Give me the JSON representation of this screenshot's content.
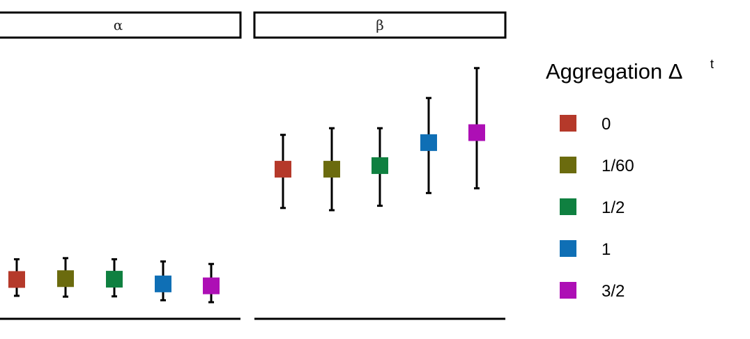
{
  "chart_data": {
    "type": "scatter",
    "title": "",
    "xlabel": "",
    "ylabel": "",
    "grid": false,
    "legend_position": "right",
    "ylim": [
      0,
      10
    ],
    "categories": [
      "0",
      "1/60",
      "1/2",
      "1",
      "3/2"
    ],
    "panels": [
      {
        "strip": "α",
        "points": [
          {
            "category": "0",
            "estimate": 1.42,
            "lower": 0.83,
            "upper": 2.15
          },
          {
            "category": "1/60",
            "estimate": 1.45,
            "lower": 0.8,
            "upper": 2.19
          },
          {
            "category": "1/2",
            "estimate": 1.43,
            "lower": 0.81,
            "upper": 2.15
          },
          {
            "category": "1",
            "estimate": 1.26,
            "lower": 0.67,
            "upper": 2.07
          },
          {
            "category": "3/2",
            "estimate": 1.19,
            "lower": 0.6,
            "upper": 1.98
          }
        ]
      },
      {
        "strip": "β",
        "points": [
          {
            "category": "0",
            "estimate": 5.4,
            "lower": 4.0,
            "upper": 6.64
          },
          {
            "category": "1/60",
            "estimate": 5.4,
            "lower": 3.92,
            "upper": 6.88
          },
          {
            "category": "1/2",
            "estimate": 5.53,
            "lower": 4.08,
            "upper": 6.88
          },
          {
            "category": "1",
            "estimate": 6.36,
            "lower": 4.54,
            "upper": 7.97
          },
          {
            "category": "3/2",
            "estimate": 6.72,
            "lower": 4.71,
            "upper": 9.05
          }
        ]
      }
    ],
    "legend": {
      "title": "Aggregation Δ",
      "title_superscript": "t",
      "entries": [
        {
          "label": "0",
          "color": "#b5392a"
        },
        {
          "label": "1/60",
          "color": "#6b6b0e"
        },
        {
          "label": "1/2",
          "color": "#0f8040"
        },
        {
          "label": "1",
          "color": "#0f6fb5"
        },
        {
          "label": "3/2",
          "color": "#ad0fb5"
        }
      ]
    }
  }
}
